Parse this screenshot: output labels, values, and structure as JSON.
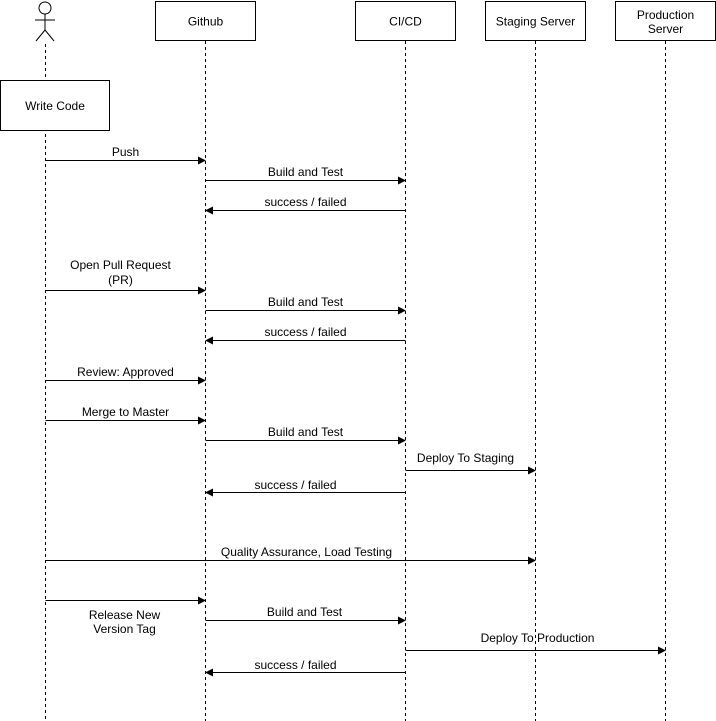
{
  "participants": [
    {
      "id": "actor",
      "label": ""
    },
    {
      "id": "github",
      "label": "Github"
    },
    {
      "id": "cicd",
      "label": "CI/CD"
    },
    {
      "id": "staging",
      "label": "Staging Server"
    },
    {
      "id": "production",
      "label": "Production Server",
      "label_lines": [
        "Production",
        "Server"
      ]
    }
  ],
  "activity_box": {
    "label": "Write Code"
  },
  "messages": [
    {
      "from": "actor",
      "to": "github",
      "label": [
        "Push"
      ]
    },
    {
      "from": "github",
      "to": "cicd",
      "label": [
        "Build and Test"
      ]
    },
    {
      "from": "cicd",
      "to": "github",
      "label": [
        "success / failed"
      ]
    },
    {
      "from": "actor",
      "to": "github",
      "label": [
        "Open Pull Request",
        "(PR)"
      ]
    },
    {
      "from": "github",
      "to": "cicd",
      "label": [
        "Build and Test"
      ]
    },
    {
      "from": "cicd",
      "to": "github",
      "label": [
        "success / failed"
      ]
    },
    {
      "from": "actor",
      "to": "github",
      "label": [
        "Review: Approved"
      ]
    },
    {
      "from": "actor",
      "to": "github",
      "label": [
        "Merge to Master"
      ]
    },
    {
      "from": "github",
      "to": "cicd",
      "label": [
        "Build and Test"
      ]
    },
    {
      "from": "cicd",
      "to": "staging",
      "label": [
        "Deploy To Staging"
      ]
    },
    {
      "from": "cicd",
      "to": "github",
      "label": [
        "success / failed"
      ]
    },
    {
      "from": "actor",
      "to": "staging",
      "label": [
        "Quality Assurance, Load Testing"
      ]
    },
    {
      "from": "actor",
      "to": "github",
      "label": [
        "Release New",
        "Version Tag"
      ]
    },
    {
      "from": "github",
      "to": "cicd",
      "label": [
        "Build and Test"
      ]
    },
    {
      "from": "cicd",
      "to": "production",
      "label": [
        "Deploy To Production"
      ]
    },
    {
      "from": "cicd",
      "to": "github",
      "label": [
        "success / failed"
      ]
    }
  ]
}
